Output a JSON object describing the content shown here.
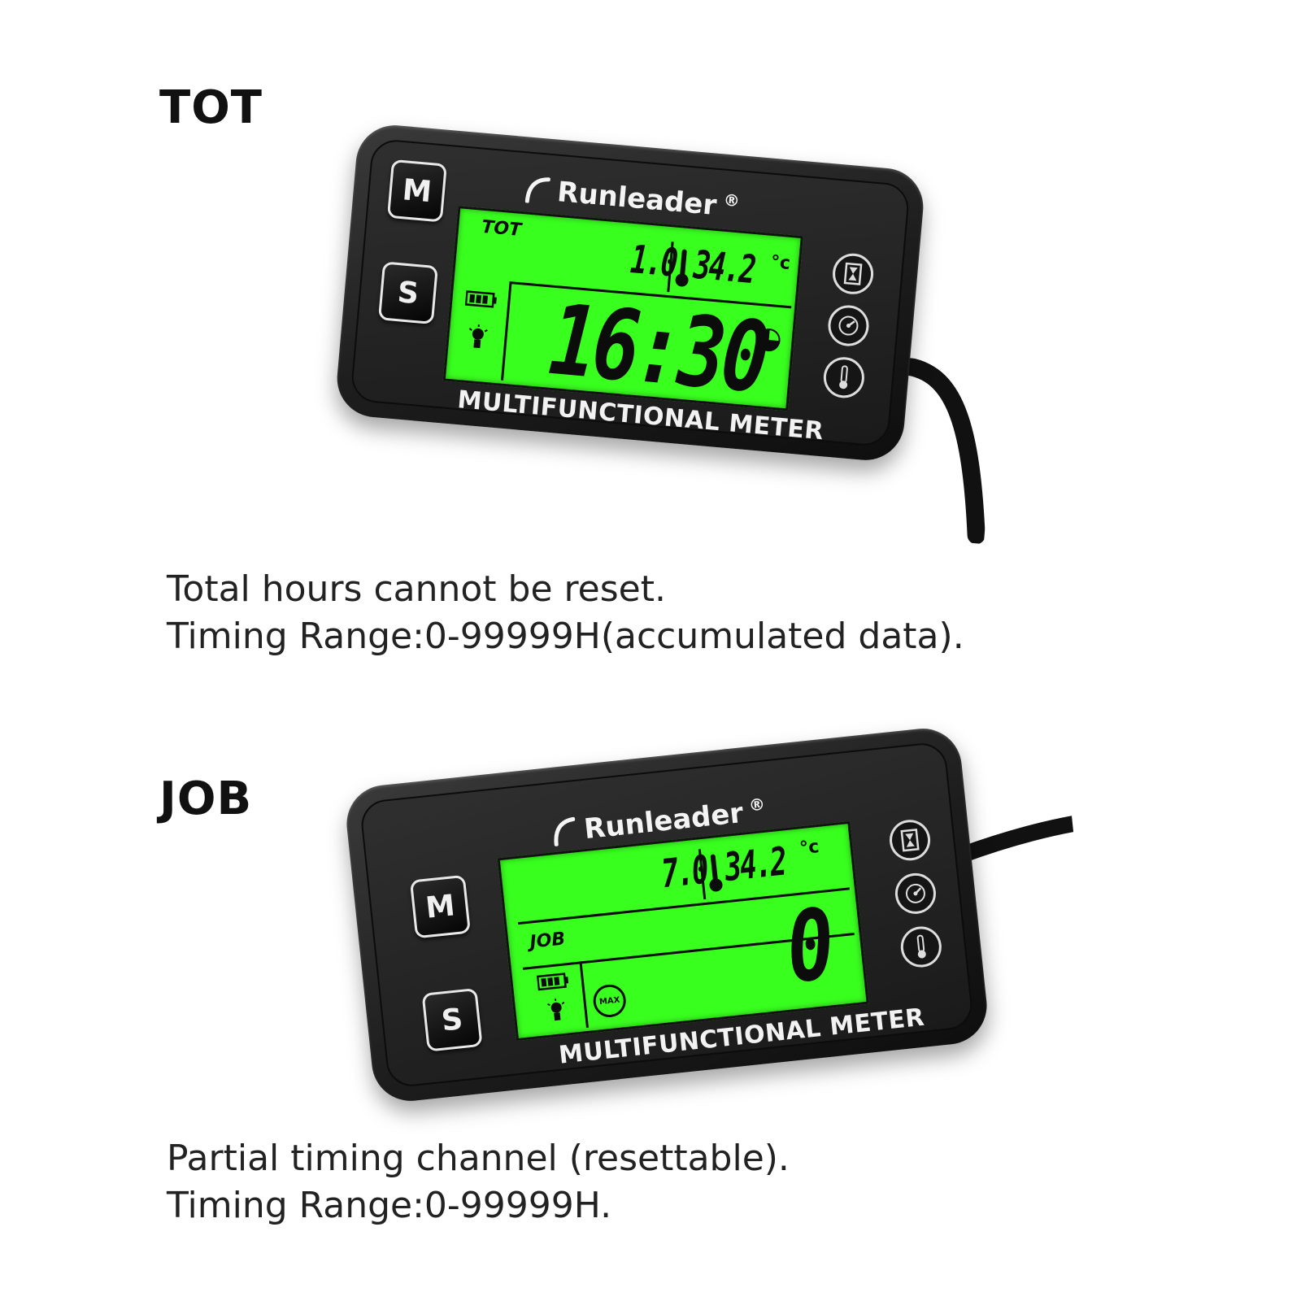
{
  "sections": [
    {
      "title": "TOT",
      "caption_lines": [
        "Total hours cannot be reset.",
        "Timing Range:0-99999H(accumulated data)."
      ],
      "meter": {
        "brand": "Runleader",
        "registered_mark": "®",
        "mode_tag": "TOT",
        "small_value": "1.0",
        "temperature": "34.2",
        "temp_unit": "°c",
        "main_value": "16:30",
        "footer": "MULTIFUNCTIONAL METER",
        "buttons": [
          "M",
          "S"
        ],
        "icons": [
          "battery-icon",
          "bulb-icon",
          "hourglass-icon",
          "tachometer-icon",
          "thermometer-icon",
          "clock-icon"
        ]
      }
    },
    {
      "title": "JOB",
      "caption_lines": [
        "Partial timing channel (resettable).",
        "Timing Range:0-99999H."
      ],
      "meter": {
        "brand": "Runleader",
        "registered_mark": "®",
        "mode_tag": "JOB",
        "small_value": "7.0",
        "temperature": "34.2",
        "temp_unit": "°c",
        "main_value": "0",
        "max_badge": "MAX",
        "footer": "MULTIFUNCTIONAL METER",
        "buttons": [
          "M",
          "S"
        ],
        "icons": [
          "battery-icon",
          "bulb-icon",
          "max-rpm-icon",
          "hourglass-icon",
          "tachometer-icon",
          "thermometer-icon"
        ]
      }
    }
  ],
  "colors": {
    "lcd_green": "#39ff1f",
    "body": "#1d1d1d",
    "label_white": "#f2f2f2"
  }
}
